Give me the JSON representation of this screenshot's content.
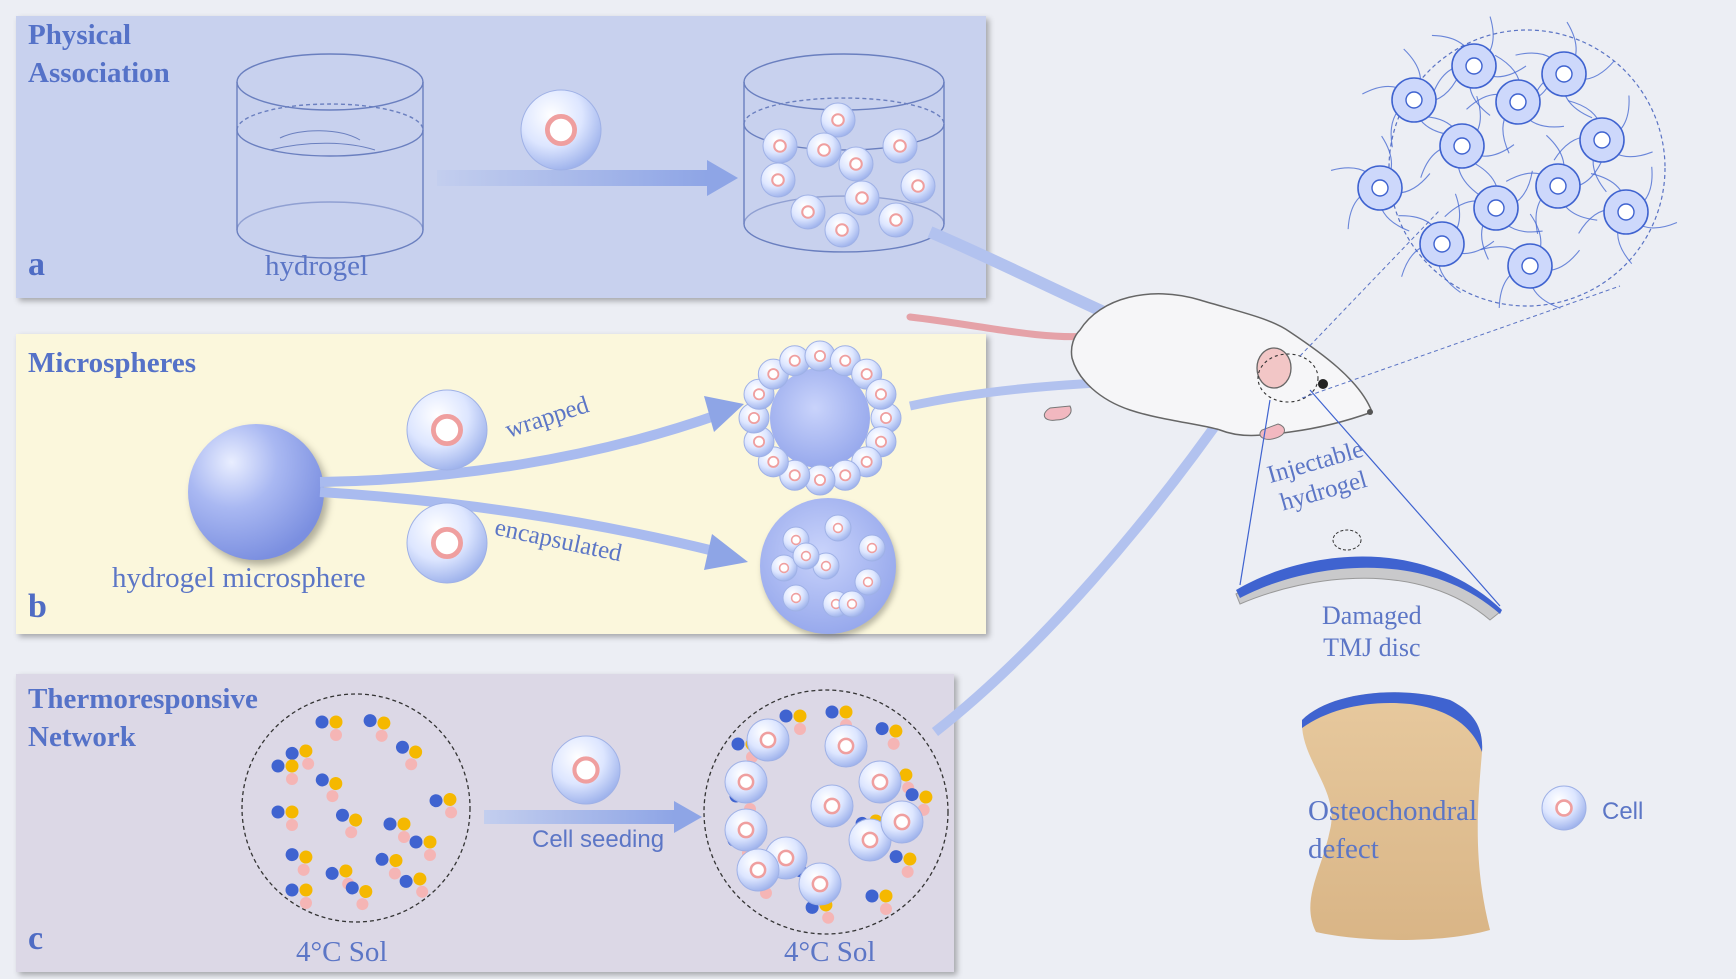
{
  "colors": {
    "panel_a": "#c8d1ee",
    "panel_b": "#fbf7dc",
    "panel_c": "#dcd8e6",
    "cell_body": "#dde6ff",
    "cell_nucleus": "#f2a8a8",
    "accent_blue": "#3f63d0",
    "dot_yellow": "#f5b800",
    "dot_pink": "#f5b5b5",
    "tissue": "#deb888"
  },
  "panel_a": {
    "title_line1": "Physical",
    "title_line2": "Association",
    "letter": "a",
    "hydrogel_label": "hydrogel"
  },
  "panel_b": {
    "title": "Microspheres",
    "letter": "b",
    "microsphere_label": "hydrogel microsphere",
    "wrapped_label": "wrapped",
    "encapsulated_label": "encapsulated"
  },
  "panel_c": {
    "title_line1": "Thermoresponsive",
    "title_line2": "Network",
    "letter": "c",
    "seeding_label": "Cell seeding",
    "sol_left": "4°C Sol",
    "sol_right": "4°C Sol"
  },
  "right": {
    "injectable_line1": "Injectable",
    "injectable_line2": "hydrogel",
    "damaged_line1": "Damaged",
    "damaged_line2": "TMJ disc",
    "osteo_line1": "Osteochondral",
    "osteo_line2": "defect",
    "legend_label": "Cell"
  }
}
